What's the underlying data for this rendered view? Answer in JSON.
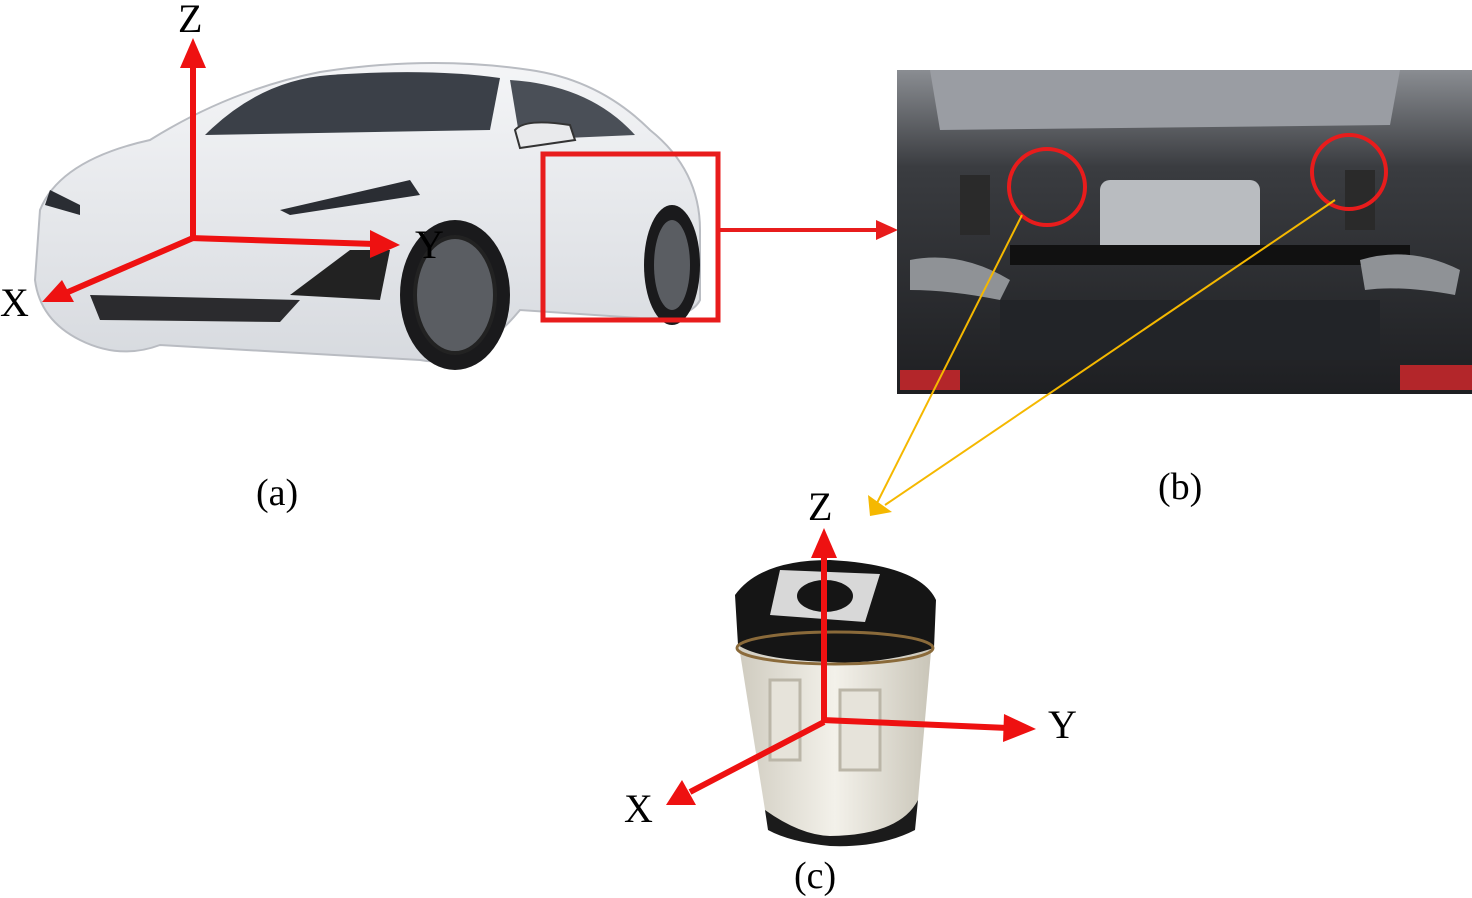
{
  "panels": {
    "a": {
      "caption": "(a)",
      "axes": {
        "z": "Z",
        "y": "Y",
        "x": "X"
      }
    },
    "b": {
      "caption": "(b)"
    },
    "c": {
      "caption": "(c)",
      "axes": {
        "z": "Z",
        "y": "Y",
        "x": "X"
      }
    }
  },
  "colors": {
    "axis_arrow": "#ee1111",
    "highlight": "#e81c1c",
    "leader_line": "#f5b800"
  }
}
